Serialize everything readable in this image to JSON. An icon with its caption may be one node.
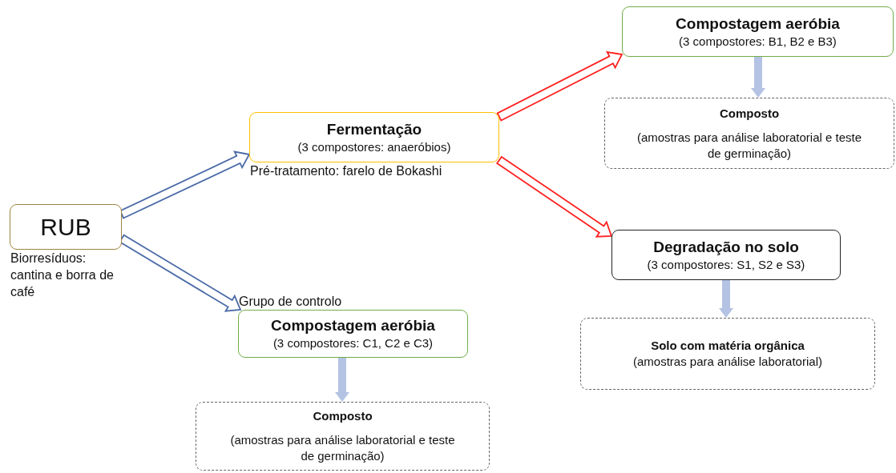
{
  "diagram": {
    "nodes": [
      {
        "text": [
          "RUB"
        ],
        "beside": [
          "Biorresíduos: cantina e borra de café"
        ]
      },
      {
        "text": [
          "Fermentação",
          "(3 compostores: anaeróbios)"
        ],
        "beside": [
          "Pré-tratamento: farelo de Bokashi"
        ]
      },
      {
        "text": [
          "Compostagem aeróbia",
          "(3 compostores: B1, B2 e B3)"
        ]
      },
      {
        "text": [
          "Composto",
          "(amostras para análise laboratorial e teste de germinação)"
        ]
      },
      {
        "text": [
          "Degradação no solo",
          "(3 compostores: S1, S2 e S3)"
        ]
      },
      {
        "text": [
          "Solo com matéria orgânica",
          "(amostras para análise laboratorial)"
        ]
      },
      {
        "text": [
          "Compostagem aeróbia",
          "(3 compostores: C1, C2 e C3)"
        ],
        "beside": [
          "Grupo de controlo"
        ]
      },
      {
        "text": [
          "Composto",
          "(amostras para análise laboratorial e teste de germinação)"
        ]
      }
    ],
    "edges": [
      {
        "from": 0,
        "to": 1,
        "arrow": "to",
        "color": "#4a6aa8"
      },
      {
        "from": 0,
        "to": 6,
        "arrow": "to",
        "color": "#4a6aa8"
      },
      {
        "from": 1,
        "to": 2,
        "arrow": "to",
        "color": "#ff2020"
      },
      {
        "from": 1,
        "to": 4,
        "arrow": "to",
        "color": "#ff2020"
      },
      {
        "from": 2,
        "to": 3,
        "arrow": "to",
        "style": "thick"
      },
      {
        "from": 4,
        "to": 5,
        "arrow": "to",
        "style": "thick"
      },
      {
        "from": 6,
        "to": 7,
        "arrow": "to",
        "style": "thick"
      }
    ]
  }
}
